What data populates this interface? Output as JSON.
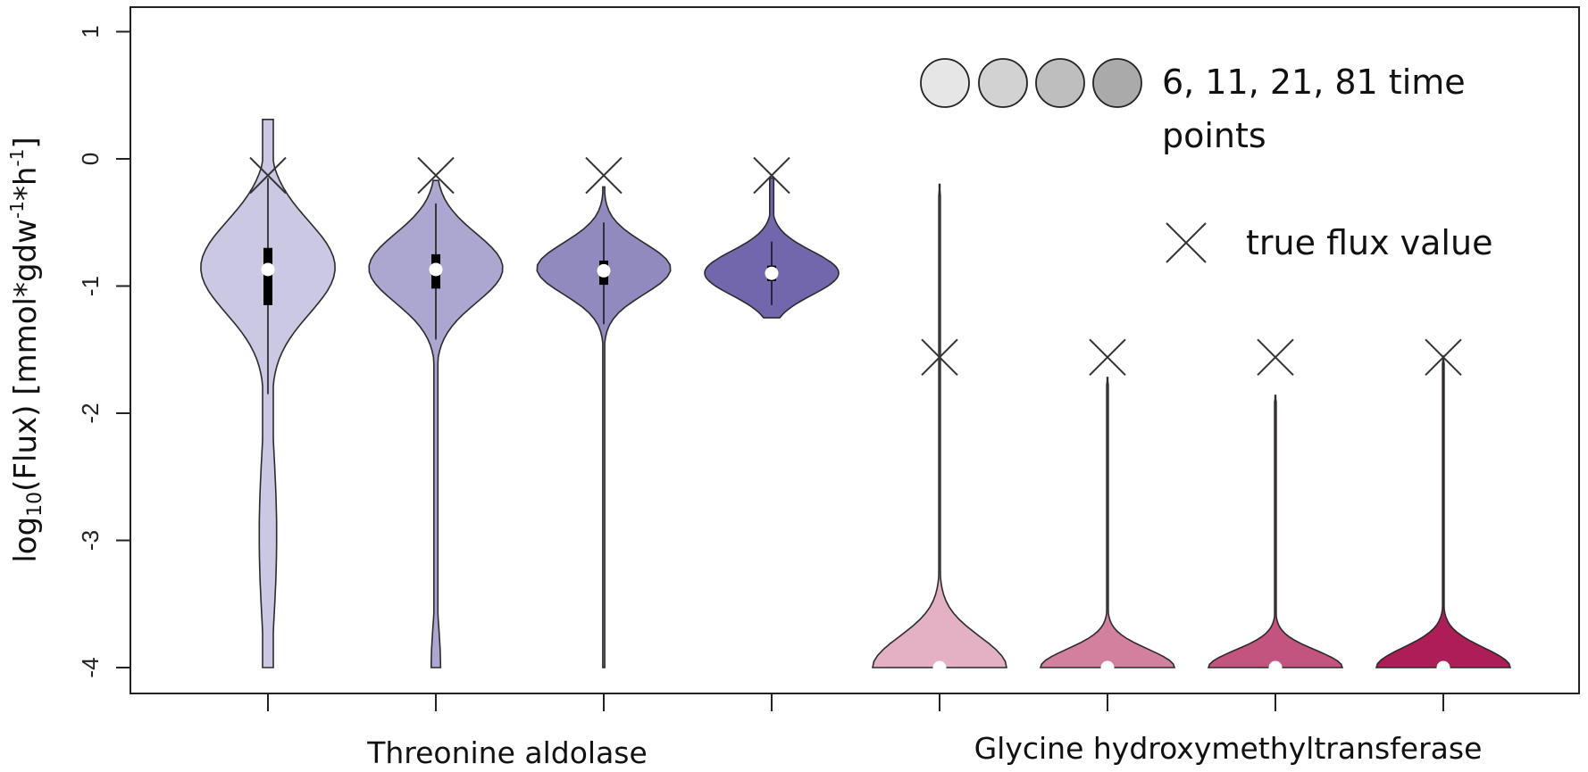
{
  "chart_data": {
    "type": "violin",
    "ylabel_main": "log",
    "ylabel_sub": "10",
    "ylabel_rest": "(Flux) [mmol*gdw",
    "ylabel_sup1": "-1",
    "ylabel_mid": "*h",
    "ylabel_sup2": "-1",
    "ylabel_end": "]",
    "ylim": [
      -4.2,
      1.2
    ],
    "yticks": [
      {
        "value": 1,
        "label": "1"
      },
      {
        "value": 0,
        "label": "0"
      },
      {
        "value": -1,
        "label": "-1"
      },
      {
        "value": -2,
        "label": "-2"
      },
      {
        "value": -3,
        "label": "-3"
      },
      {
        "value": -4,
        "label": "-4"
      }
    ],
    "groups": [
      {
        "label": "Threonine aldolase"
      },
      {
        "label": "Glycine hydroxymethyltransferase"
      }
    ],
    "legend": {
      "circles_label_line1": "6, 11, 21, 81 time",
      "circles_label_line2": "points",
      "circle_colors": [
        "#e6e6e6",
        "#d2d2d2",
        "#bebebe",
        "#aaaaaa"
      ],
      "cross_label": "true flux value"
    },
    "violins": [
      {
        "group": 0,
        "time_points": 6,
        "color": "#cbc8e3",
        "min": -4.0,
        "max": 0.31,
        "median": -0.87,
        "q1": -1.15,
        "q3": -0.7,
        "whisker_low": -1.85,
        "whisker_high": -0.15,
        "true_value": -0.13
      },
      {
        "group": 0,
        "time_points": 11,
        "color": "#aca7d1",
        "min": -4.0,
        "max": -0.17,
        "median": -0.87,
        "q1": -1.02,
        "q3": -0.75,
        "whisker_low": -1.42,
        "whisker_high": -0.35,
        "true_value": -0.13
      },
      {
        "group": 0,
        "time_points": 21,
        "color": "#908abf",
        "min": -4.0,
        "max": -0.22,
        "median": -0.88,
        "q1": -0.99,
        "q3": -0.8,
        "whisker_low": -1.3,
        "whisker_high": -0.5,
        "true_value": -0.13
      },
      {
        "group": 0,
        "time_points": 81,
        "color": "#7266ad",
        "min": -1.25,
        "max": -0.15,
        "median": -0.9,
        "q1": -0.96,
        "q3": -0.84,
        "whisker_low": -1.15,
        "whisker_high": -0.65,
        "true_value": -0.13
      },
      {
        "group": 1,
        "time_points": 6,
        "color": "#e4b0c4",
        "min": -4.0,
        "max": -0.2,
        "median": -4.0,
        "q1": -4.0,
        "q3": -4.0,
        "whisker_low": -4.0,
        "whisker_high": -4.0,
        "true_value": -1.56
      },
      {
        "group": 1,
        "time_points": 11,
        "color": "#d3809f",
        "min": -4.0,
        "max": -1.72,
        "median": -4.0,
        "q1": -4.0,
        "q3": -4.0,
        "whisker_low": -4.0,
        "whisker_high": -4.0,
        "true_value": -1.56
      },
      {
        "group": 1,
        "time_points": 21,
        "color": "#c35480",
        "min": -4.0,
        "max": -1.86,
        "median": -4.0,
        "q1": -4.0,
        "q3": -4.0,
        "whisker_low": -4.0,
        "whisker_high": -4.0,
        "true_value": -1.56
      },
      {
        "group": 1,
        "time_points": 81,
        "color": "#ad1d58",
        "min": -4.0,
        "max": -1.55,
        "median": -4.0,
        "q1": -4.0,
        "q3": -4.0,
        "whisker_low": -4.0,
        "whisker_high": -4.0,
        "true_value": -1.56
      }
    ]
  }
}
